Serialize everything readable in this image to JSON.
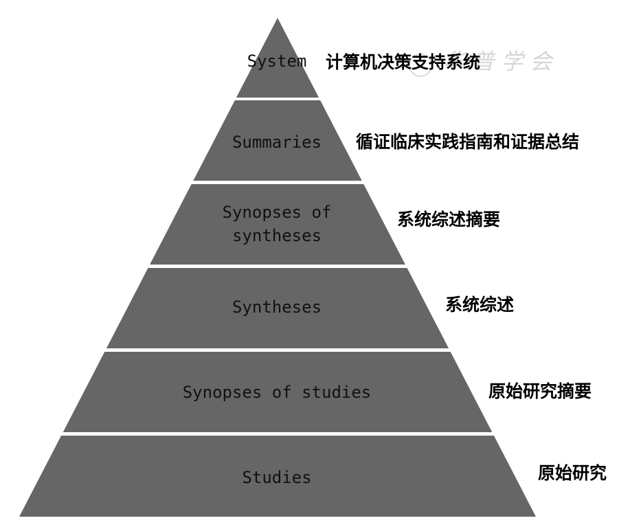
{
  "colors": {
    "tier_fill": "#666666",
    "label_text": "#111111",
    "annotation_text": "#000000",
    "watermark": "#d6d6d6"
  },
  "watermark": {
    "text": "华 普 学 会"
  },
  "tiers": [
    {
      "label_lines": [
        "System"
      ],
      "annotation": "计算机决策支持系统"
    },
    {
      "label_lines": [
        "Summaries"
      ],
      "annotation": "循证临床实践指南和证据总结"
    },
    {
      "label_lines": [
        "Synopses of",
        "syntheses"
      ],
      "annotation": "系统综述摘要"
    },
    {
      "label_lines": [
        "Syntheses"
      ],
      "annotation": "系统综述"
    },
    {
      "label_lines": [
        "Synopses of studies"
      ],
      "annotation": "原始研究摘要"
    },
    {
      "label_lines": [
        "Studies"
      ],
      "annotation": "原始研究"
    }
  ]
}
